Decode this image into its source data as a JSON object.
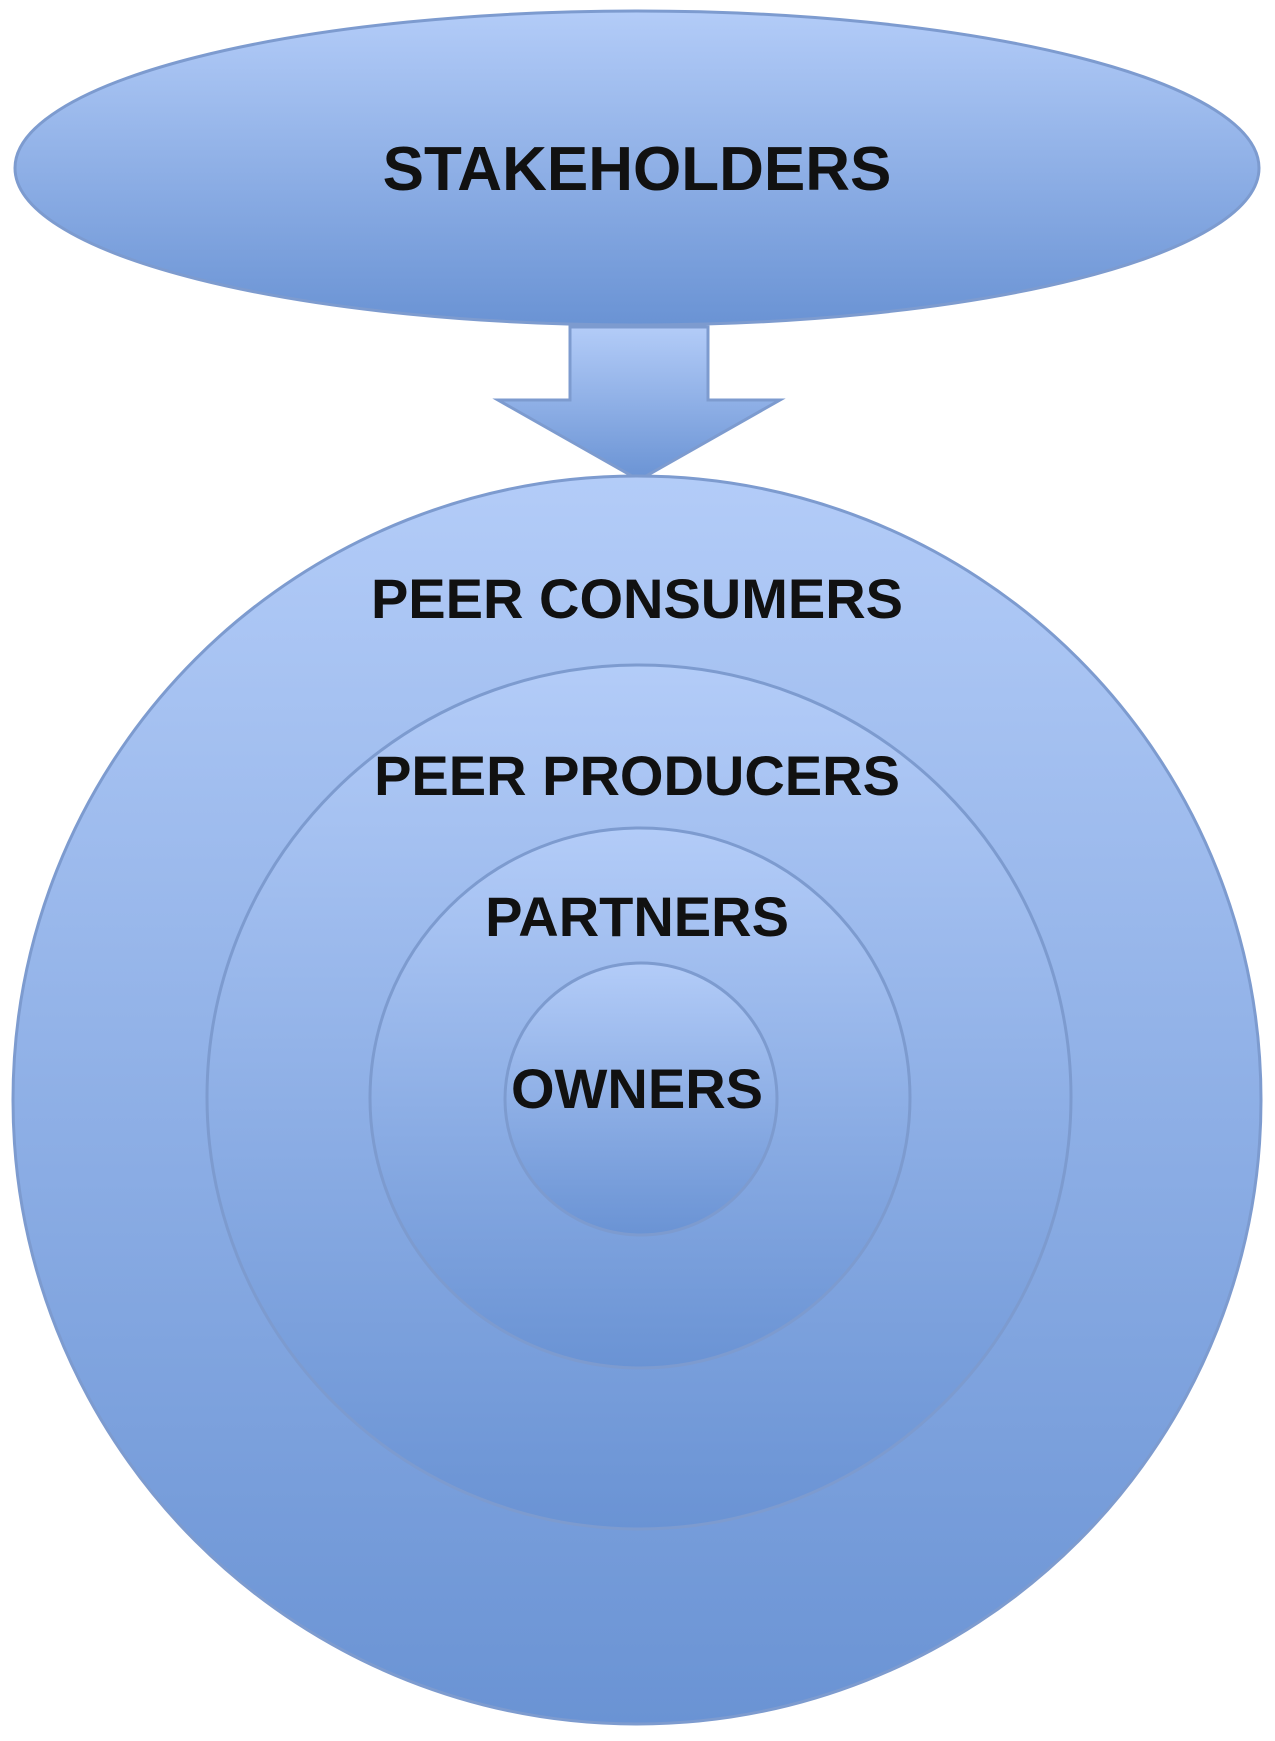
{
  "diagram": {
    "top_label": "STAKEHOLDERS",
    "rings": {
      "outer": "PEER CONSUMERS",
      "second": "PEER PRODUCERS",
      "third": "PARTNERS",
      "inner": "OWNERS"
    }
  },
  "colors": {
    "fill_light": "#b3ccf8",
    "fill_dark": "#6a93d4",
    "stroke": "#7d9bcf",
    "text": "#111111"
  },
  "icons": {
    "connector": "down-arrow"
  }
}
